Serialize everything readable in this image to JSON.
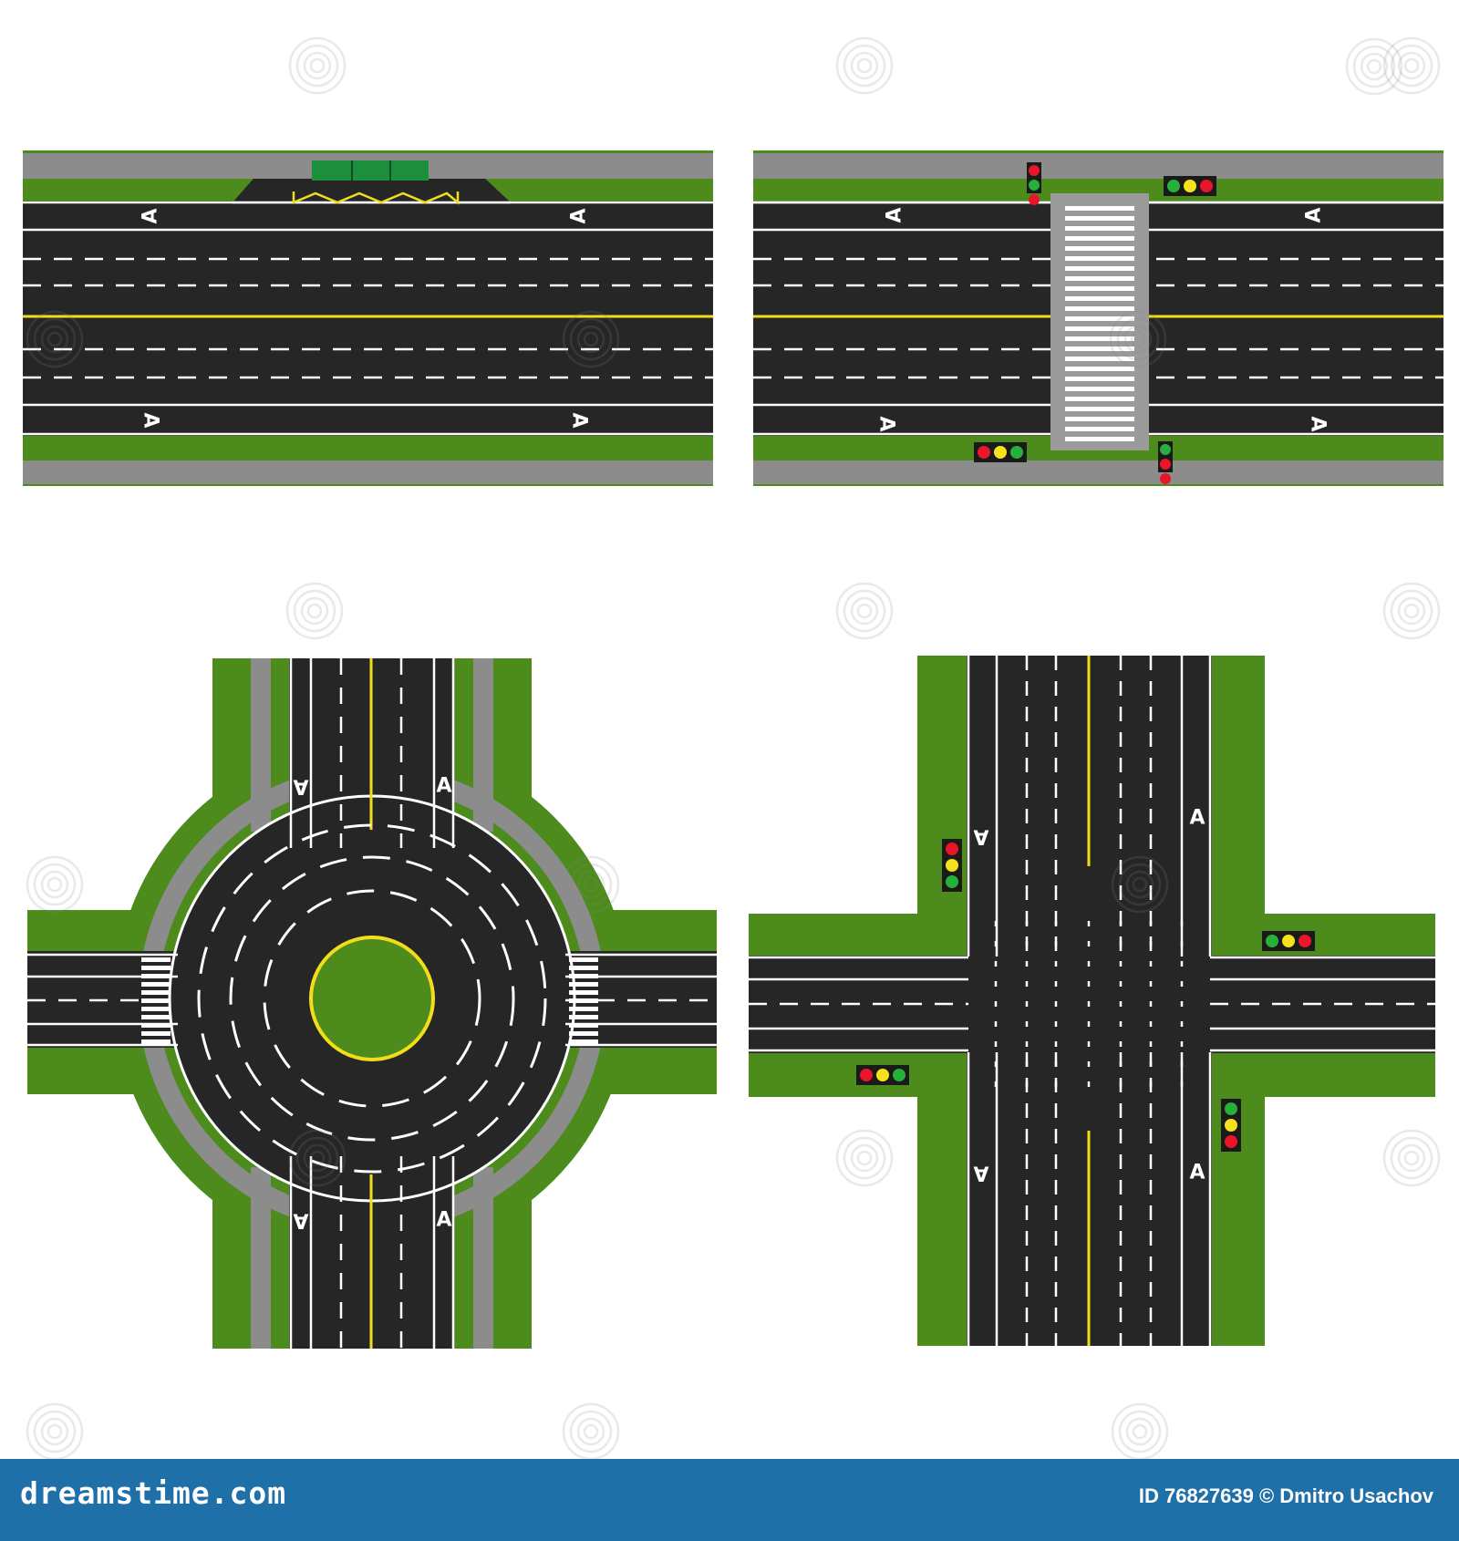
{
  "colors": {
    "asphalt": "#262626",
    "grass": "#4d8b1c",
    "sidewalk": "#8c8c8c",
    "marking_white": "#ffffff",
    "marking_yellow": "#f2dd1c",
    "bus_stop_green": "#1d8f3c",
    "footer_bg": "#1f6fa8",
    "light_red": "#e8152b",
    "light_yellow": "#f5e21c",
    "light_green": "#27b03a"
  },
  "scenes": [
    {
      "name": "straight-road-with-bus-stop",
      "lane_mark": "A"
    },
    {
      "name": "straight-road-with-crosswalk-and-traffic-lights",
      "lane_mark": "A"
    },
    {
      "name": "roundabout",
      "lane_mark": "A"
    },
    {
      "name": "crossroads-with-traffic-lights",
      "lane_mark": "A"
    }
  ],
  "footer": {
    "brand": "dreamstime.com",
    "credit": "ID 76827639 © Dmitro Usachov"
  }
}
